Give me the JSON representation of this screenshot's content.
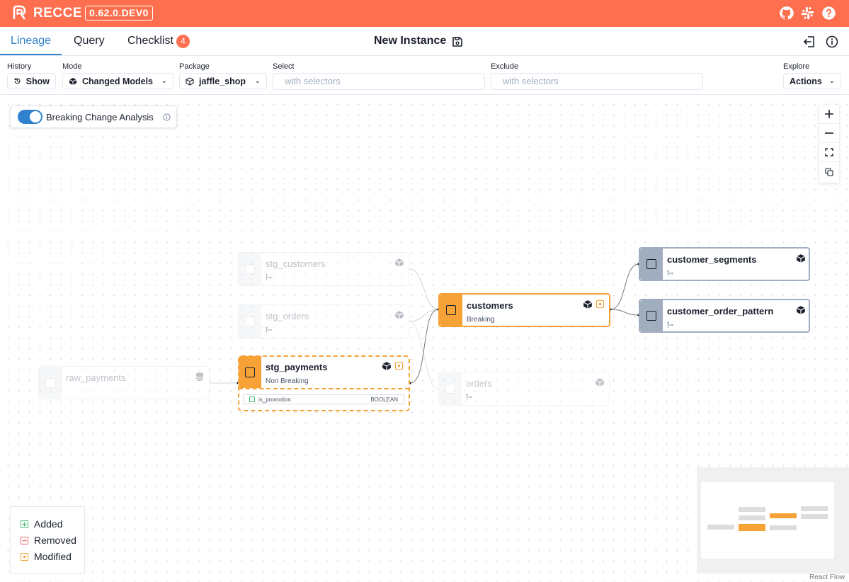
{
  "app": {
    "brand": "RECCE",
    "version": "0.62.0.DEV0",
    "icons": [
      "github-icon",
      "slack-icon",
      "help-icon"
    ],
    "accent": "#fd6f4f"
  },
  "nav": {
    "tabs": [
      {
        "label": "Lineage",
        "active": true
      },
      {
        "label": "Query",
        "active": false
      },
      {
        "label": "Checklist",
        "active": false,
        "count": "4"
      }
    ],
    "instance_title": "New Instance",
    "right_icons": [
      "export-icon",
      "info-icon"
    ]
  },
  "filters": {
    "history": {
      "label": "History",
      "button": "Show"
    },
    "mode": {
      "label": "Mode",
      "value": "Changed Models"
    },
    "package": {
      "label": "Package",
      "value": "jaffle_shop"
    },
    "select": {
      "label": "Select",
      "placeholder": "with selectors"
    },
    "exclude": {
      "label": "Exclude",
      "placeholder": "with selectors"
    },
    "explore": {
      "label": "Explore",
      "button": "Actions"
    }
  },
  "canvas": {
    "breaking_toggle": {
      "label": "Breaking Change Analysis",
      "on": true
    },
    "nodes": {
      "raw_payments": {
        "name": "raw_payments",
        "state": "dim"
      },
      "stg_customers": {
        "name": "stg_customers",
        "state": "dim"
      },
      "stg_orders": {
        "name": "stg_orders",
        "state": "dim"
      },
      "stg_payments": {
        "name": "stg_payments",
        "status": "Non Breaking",
        "state": "modified"
      },
      "customers": {
        "name": "customers",
        "status": "Breaking",
        "state": "modified"
      },
      "orders": {
        "name": "orders",
        "state": "dim"
      },
      "customer_segments": {
        "name": "customer_segments",
        "state": "impacted"
      },
      "customer_order_pattern": {
        "name": "customer_order_pattern",
        "state": "impacted"
      }
    },
    "column_change": {
      "column": "is_promotion",
      "type": "BOOLEAN",
      "change": "added"
    },
    "legend": {
      "added": "Added",
      "removed": "Removed",
      "modified": "Modified",
      "colors": {
        "added": "#48bb78",
        "removed": "#f56565",
        "modified": "#f6a237"
      }
    },
    "attribution": "React Flow"
  }
}
